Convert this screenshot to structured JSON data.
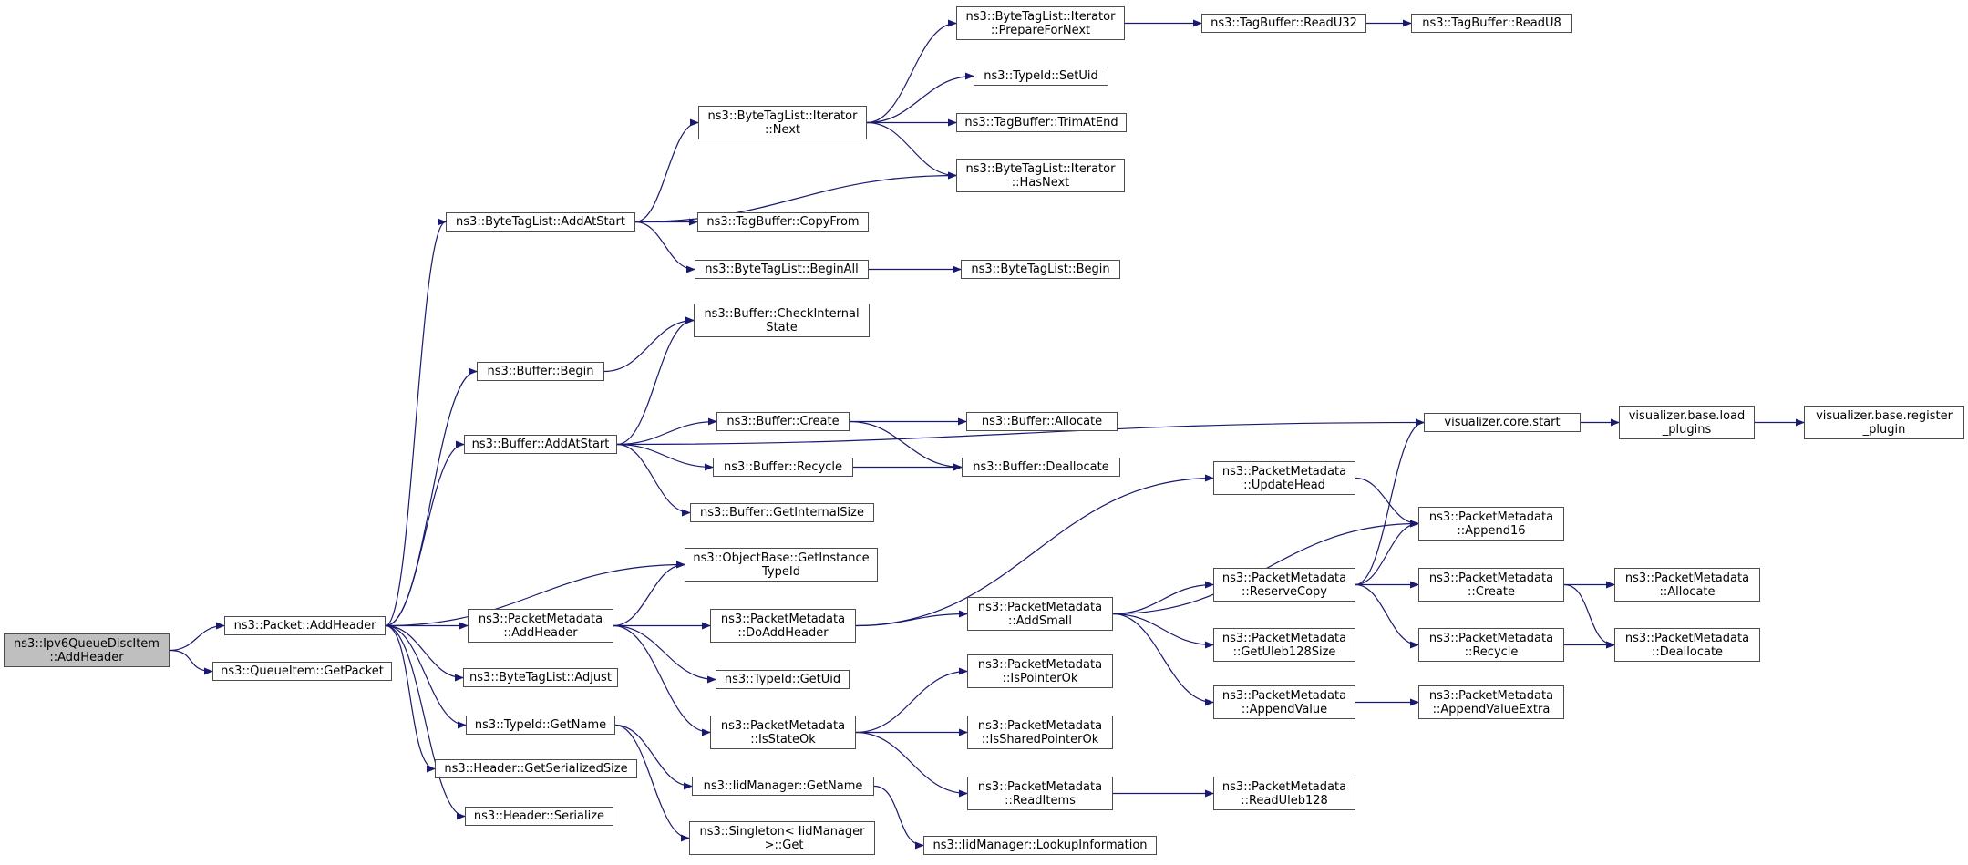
{
  "diagram": {
    "edge_color": "#191970",
    "node_border_color": "#4d4d4d",
    "root_fill_color": "#bfbfbf",
    "nodes": [
      {
        "id": "root",
        "lines": [
          "ns3::Ipv6QueueDiscItem",
          "::AddHeader"
        ]
      },
      {
        "id": "pkt_addheader",
        "lines": [
          "ns3::Packet::AddHeader"
        ]
      },
      {
        "id": "qi_getpacket",
        "lines": [
          "ns3::QueueItem::GetPacket"
        ]
      },
      {
        "id": "btl_addatstart",
        "lines": [
          "ns3::ByteTagList::AddAtStart"
        ]
      },
      {
        "id": "buf_begin",
        "lines": [
          "ns3::Buffer::Begin"
        ]
      },
      {
        "id": "buf_addatstart",
        "lines": [
          "ns3::Buffer::AddAtStart"
        ]
      },
      {
        "id": "ob_getinstancetypeid",
        "lines": [
          "ns3::ObjectBase::GetInstance",
          "TypeId"
        ]
      },
      {
        "id": "pm_addheader",
        "lines": [
          "ns3::PacketMetadata",
          "::AddHeader"
        ]
      },
      {
        "id": "btl_adjust",
        "lines": [
          "ns3::ByteTagList::Adjust"
        ]
      },
      {
        "id": "tid_getname",
        "lines": [
          "ns3::TypeId::GetName"
        ]
      },
      {
        "id": "hdr_getserializedsize",
        "lines": [
          "ns3::Header::GetSerializedSize"
        ]
      },
      {
        "id": "hdr_serialize",
        "lines": [
          "ns3::Header::Serialize"
        ]
      },
      {
        "id": "btli_next",
        "lines": [
          "ns3::ByteTagList::Iterator",
          "::Next"
        ]
      },
      {
        "id": "tb_copyfrom",
        "lines": [
          "ns3::TagBuffer::CopyFrom"
        ]
      },
      {
        "id": "btl_beginall",
        "lines": [
          "ns3::ByteTagList::BeginAll"
        ]
      },
      {
        "id": "buf_checkinternalstate",
        "lines": [
          "ns3::Buffer::CheckInternal",
          "State"
        ]
      },
      {
        "id": "buf_create",
        "lines": [
          "ns3::Buffer::Create"
        ]
      },
      {
        "id": "buf_recycle",
        "lines": [
          "ns3::Buffer::Recycle"
        ]
      },
      {
        "id": "buf_getinternalsize",
        "lines": [
          "ns3::Buffer::GetInternalSize"
        ]
      },
      {
        "id": "pm_doaddheader",
        "lines": [
          "ns3::PacketMetadata",
          "::DoAddHeader"
        ]
      },
      {
        "id": "tid_getuid",
        "lines": [
          "ns3::TypeId::GetUid"
        ]
      },
      {
        "id": "pm_isstateok",
        "lines": [
          "ns3::PacketMetadata",
          "::IsStateOk"
        ]
      },
      {
        "id": "iid_getname",
        "lines": [
          "ns3::IidManager::GetName"
        ]
      },
      {
        "id": "singleton_get",
        "lines": [
          "ns3::Singleton< IidManager",
          " >::Get"
        ]
      },
      {
        "id": "btli_preparefornext",
        "lines": [
          "ns3::ByteTagList::Iterator",
          "::PrepareForNext"
        ]
      },
      {
        "id": "tid_setuid",
        "lines": [
          "ns3::TypeId::SetUid"
        ]
      },
      {
        "id": "tb_trimatend",
        "lines": [
          "ns3::TagBuffer::TrimAtEnd"
        ]
      },
      {
        "id": "btli_hasnext",
        "lines": [
          "ns3::ByteTagList::Iterator",
          "::HasNext"
        ]
      },
      {
        "id": "btl_begin",
        "lines": [
          "ns3::ByteTagList::Begin"
        ]
      },
      {
        "id": "buf_allocate",
        "lines": [
          "ns3::Buffer::Allocate"
        ]
      },
      {
        "id": "buf_deallocate",
        "lines": [
          "ns3::Buffer::Deallocate"
        ]
      },
      {
        "id": "pm_addsmall",
        "lines": [
          "ns3::PacketMetadata",
          "::AddSmall"
        ]
      },
      {
        "id": "pm_ispointerok",
        "lines": [
          "ns3::PacketMetadata",
          "::IsPointerOk"
        ]
      },
      {
        "id": "pm_issharedpointerok",
        "lines": [
          "ns3::PacketMetadata",
          "::IsSharedPointerOk"
        ]
      },
      {
        "id": "pm_readitems",
        "lines": [
          "ns3::PacketMetadata",
          "::ReadItems"
        ]
      },
      {
        "id": "iid_lookupinformation",
        "lines": [
          "ns3::IidManager::LookupInformation"
        ]
      },
      {
        "id": "tb_readu32",
        "lines": [
          "ns3::TagBuffer::ReadU32"
        ]
      },
      {
        "id": "tb_readu8",
        "lines": [
          "ns3::TagBuffer::ReadU8"
        ]
      },
      {
        "id": "vis_core_start",
        "lines": [
          "visualizer.core.start"
        ]
      },
      {
        "id": "pm_updatehead",
        "lines": [
          "ns3::PacketMetadata",
          "::UpdateHead"
        ]
      },
      {
        "id": "pm_reservecopy",
        "lines": [
          "ns3::PacketMetadata",
          "::ReserveCopy"
        ]
      },
      {
        "id": "pm_getuleb128size",
        "lines": [
          "ns3::PacketMetadata",
          "::GetUleb128Size"
        ]
      },
      {
        "id": "pm_appendvalue",
        "lines": [
          "ns3::PacketMetadata",
          "::AppendValue"
        ]
      },
      {
        "id": "pm_readuleb128",
        "lines": [
          "ns3::PacketMetadata",
          "::ReadUleb128"
        ]
      },
      {
        "id": "vis_base_load_plugins",
        "lines": [
          "visualizer.base.load",
          "_plugins"
        ]
      },
      {
        "id": "vis_base_register_plugin",
        "lines": [
          "visualizer.base.register",
          "_plugin"
        ]
      },
      {
        "id": "pm_append16",
        "lines": [
          "ns3::PacketMetadata",
          "::Append16"
        ]
      },
      {
        "id": "pm_create",
        "lines": [
          "ns3::PacketMetadata",
          "::Create"
        ]
      },
      {
        "id": "pm_recycle",
        "lines": [
          "ns3::PacketMetadata",
          "::Recycle"
        ]
      },
      {
        "id": "pm_appendvalueextra",
        "lines": [
          "ns3::PacketMetadata",
          "::AppendValueExtra"
        ]
      },
      {
        "id": "pm_allocate",
        "lines": [
          "ns3::PacketMetadata",
          "::Allocate"
        ]
      },
      {
        "id": "pm_deallocate",
        "lines": [
          "ns3::PacketMetadata",
          "::Deallocate"
        ]
      }
    ],
    "edges": [
      [
        "root",
        "pkt_addheader"
      ],
      [
        "root",
        "qi_getpacket"
      ],
      [
        "pkt_addheader",
        "btl_addatstart"
      ],
      [
        "pkt_addheader",
        "buf_begin"
      ],
      [
        "pkt_addheader",
        "buf_addatstart"
      ],
      [
        "pkt_addheader",
        "ob_getinstancetypeid"
      ],
      [
        "pkt_addheader",
        "pm_addheader"
      ],
      [
        "pkt_addheader",
        "btl_adjust"
      ],
      [
        "pkt_addheader",
        "tid_getname"
      ],
      [
        "pkt_addheader",
        "hdr_getserializedsize"
      ],
      [
        "pkt_addheader",
        "hdr_serialize"
      ],
      [
        "btl_addatstart",
        "btli_next"
      ],
      [
        "btl_addatstart",
        "btli_hasnext"
      ],
      [
        "btl_addatstart",
        "tb_copyfrom"
      ],
      [
        "btl_addatstart",
        "btl_beginall"
      ],
      [
        "btli_next",
        "btli_preparefornext"
      ],
      [
        "btli_next",
        "tid_setuid"
      ],
      [
        "btli_next",
        "tb_trimatend"
      ],
      [
        "btli_next",
        "btli_hasnext"
      ],
      [
        "btli_preparefornext",
        "tb_readu32"
      ],
      [
        "tb_readu32",
        "tb_readu8"
      ],
      [
        "btl_beginall",
        "btl_begin"
      ],
      [
        "buf_begin",
        "buf_checkinternalstate"
      ],
      [
        "buf_addatstart",
        "buf_checkinternalstate"
      ],
      [
        "buf_addatstart",
        "vis_core_start"
      ],
      [
        "buf_addatstart",
        "buf_create"
      ],
      [
        "buf_addatstart",
        "buf_recycle"
      ],
      [
        "buf_addatstart",
        "buf_getinternalsize"
      ],
      [
        "buf_create",
        "buf_allocate"
      ],
      [
        "buf_create",
        "buf_deallocate"
      ],
      [
        "buf_recycle",
        "buf_deallocate"
      ],
      [
        "vis_core_start",
        "vis_base_load_plugins"
      ],
      [
        "vis_base_load_plugins",
        "vis_base_register_plugin"
      ],
      [
        "pm_addheader",
        "ob_getinstancetypeid"
      ],
      [
        "pm_addheader",
        "pm_doaddheader"
      ],
      [
        "pm_addheader",
        "tid_getuid"
      ],
      [
        "pm_addheader",
        "pm_isstateok"
      ],
      [
        "pm_doaddheader",
        "pm_updatehead"
      ],
      [
        "pm_doaddheader",
        "pm_addsmall"
      ],
      [
        "pm_updatehead",
        "pm_append16"
      ],
      [
        "pm_addsmall",
        "pm_append16"
      ],
      [
        "pm_addsmall",
        "pm_reservecopy"
      ],
      [
        "pm_addsmall",
        "pm_getuleb128size"
      ],
      [
        "pm_addsmall",
        "pm_appendvalue"
      ],
      [
        "pm_reservecopy",
        "vis_core_start"
      ],
      [
        "pm_reservecopy",
        "pm_append16"
      ],
      [
        "pm_reservecopy",
        "pm_create"
      ],
      [
        "pm_reservecopy",
        "pm_recycle"
      ],
      [
        "pm_create",
        "pm_allocate"
      ],
      [
        "pm_create",
        "pm_deallocate"
      ],
      [
        "pm_recycle",
        "pm_deallocate"
      ],
      [
        "pm_appendvalue",
        "pm_appendvalueextra"
      ],
      [
        "pm_isstateok",
        "pm_ispointerok"
      ],
      [
        "pm_isstateok",
        "pm_issharedpointerok"
      ],
      [
        "pm_isstateok",
        "pm_readitems"
      ],
      [
        "pm_readitems",
        "pm_readuleb128"
      ],
      [
        "tid_getname",
        "iid_getname"
      ],
      [
        "tid_getname",
        "singleton_get"
      ],
      [
        "iid_getname",
        "iid_lookupinformation"
      ]
    ]
  }
}
